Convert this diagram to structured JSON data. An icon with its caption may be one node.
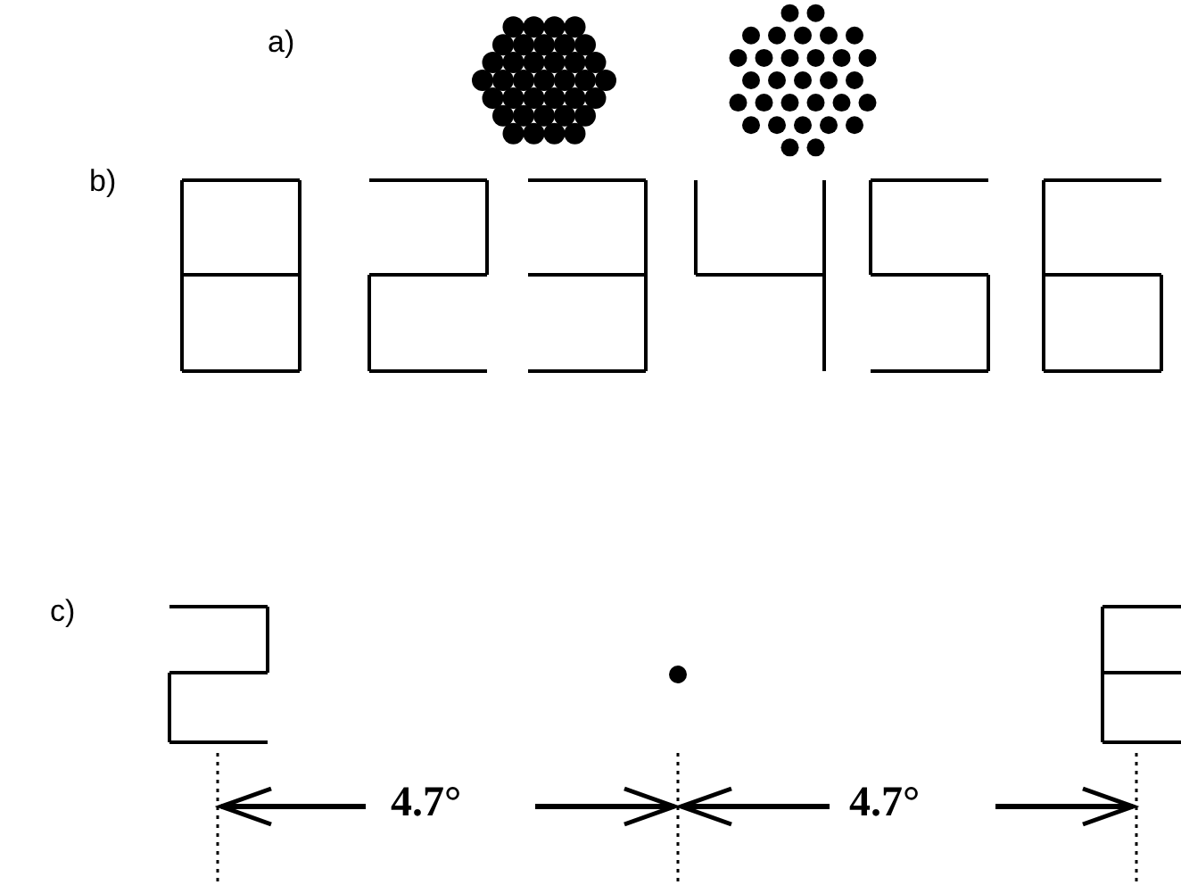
{
  "diagram": {
    "labels": [
      "a)",
      "b)",
      "c)",
      "4.7°",
      "4.7°"
    ]
  }
}
